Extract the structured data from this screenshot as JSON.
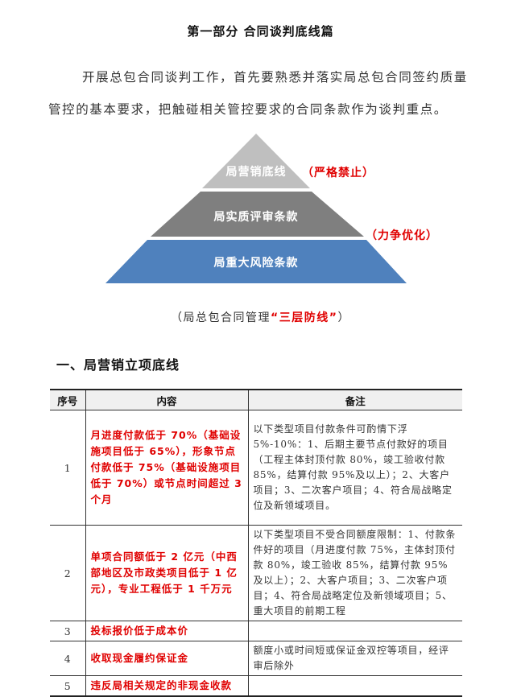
{
  "document": {
    "title": "第一部分  合同谈判底线篇",
    "intro_line1": "开展总包合同谈判工作，首先要熟悉并落实局总包合同签约质量",
    "intro_line2": "管控的基本要求，把触碰相关管控要求的合同条款作为谈判重点。"
  },
  "pyramid": {
    "tiers": [
      {
        "label": "局营销底线",
        "color": "#bfbfbf"
      },
      {
        "label": "局实质评审条款",
        "color": "#7f7f7f"
      },
      {
        "label": "局重大风险条款",
        "color": "#4f81bd"
      }
    ],
    "notes": [
      {
        "text": "（严格禁止）",
        "color": "#e00000"
      },
      {
        "text": "（力争优化）",
        "color": "#e00000"
      }
    ],
    "caption_prefix": "（局总包合同管理",
    "caption_highlight": "“三层防线”",
    "caption_suffix": "）"
  },
  "section": {
    "heading": "一、局营销立项底线"
  },
  "table": {
    "headers": [
      "序号",
      "内容",
      "备注"
    ],
    "rows": [
      {
        "no": "1",
        "content": "月进度付款低于 70%（基础设施项目低于 65%），形象节点付款低于 75%（基础设施项目低于 70%）或节点时间超过 3 个月",
        "note": "以下类型项目付款条件可酌情下浮 5%-10%：1、后期主要节点付款好的项目（工程主体封顶付款 80%，竣工验收付款 85%，结算付款 95%及以上）；2、大客户项目；3、二次客户项目；4、符合局战略定位及新领域项目。"
      },
      {
        "no": "2",
        "content": "单项合同额低于 2 亿元（中西部地区及市政类项目低于 1 亿元），专业工程低于 1 千万元",
        "note": "以下类型项目不受合同额度限制：1、付款条件好的项目（月进度付款 75%，主体封顶付款 80%，竣工验收 85%，结算付款 95%及以上）；2、大客户项目；3、二次客户项目；4、符合局战略定位及新领域项目；5、重大项目的前期工程"
      },
      {
        "no": "3",
        "content": "投标报价低于成本价",
        "note": ""
      },
      {
        "no": "4",
        "content": "收取现金履约保证金",
        "note": "额度小或时间短或保证金双控等项目，经评审后除外"
      },
      {
        "no": "5",
        "content": "违反局相关规定的非现金收款",
        "note": ""
      }
    ]
  }
}
